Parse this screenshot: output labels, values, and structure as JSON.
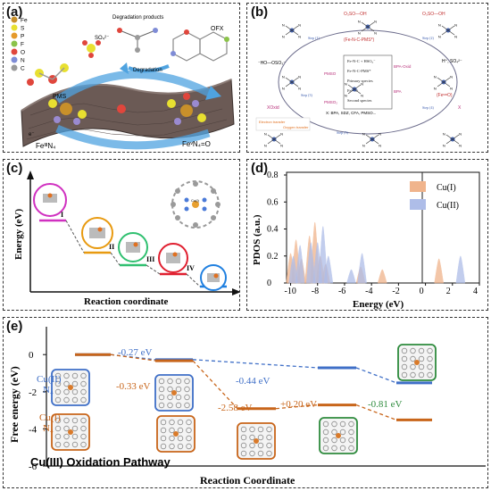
{
  "panel_a": {
    "label": "(a)",
    "legend": [
      "Fe",
      "S",
      "P",
      "F",
      "O",
      "N",
      "C"
    ],
    "legend_colors": [
      "#c8902a",
      "#e8e030",
      "#e59a2a",
      "#8bc34a",
      "#e0463c",
      "#7f8cd6",
      "#9a9a9a"
    ],
    "pms": "PMS",
    "so4": "SO₄²⁻",
    "degradation_products": "Degradation products",
    "degradation": "Degradation",
    "ofx": "OFX",
    "fe3n4": "FeᴵᴵᴵN₄",
    "fe5n4o": "FeᵛN₄=O",
    "electron": "e⁻"
  },
  "panel_b": {
    "label": "(b)",
    "top_complex": "(Fe-N-C-PMS*)",
    "o3so_oh": "O₃SO—OH",
    "ho_oso3": "⁻HO—OSO₃⁻",
    "h_so4": "H⁺, SO₄²⁻",
    "center_1": "Fe-N-C + HSO₅⁻",
    "center_2": "Fe-N-C-PMS*",
    "center_3": "Primary species",
    "center_4": "Feᵛ=O",
    "center_5": "Second species",
    "pmso": "PMSO",
    "pmso2": "PMSO₂",
    "bpa": "BPA",
    "bpa_oxid": "BPA-Oxid",
    "xoxid": "XOxid",
    "x": "X",
    "fe_o": "(Feᵛ=O)",
    "electron_transfer": "Electron transfer",
    "oxygen_transfer": "Oxygen transfer",
    "x_list": "X: BPA, SDZ, CFA, PMSO...",
    "steps": [
      "Step (1)",
      "Step (2)",
      "Step (3)",
      "Step (4)",
      "Step (5)"
    ]
  },
  "panel_c": {
    "label": "(c)",
    "ylabel": "Energy (eV)",
    "xlabel": "Reaction coordinate",
    "states": [
      "I",
      "II",
      "III",
      "IV"
    ],
    "center_label": "Cu(I)"
  },
  "panel_d": {
    "label": "(d)",
    "ylabel": "PDOS (a.u.)",
    "xlabel": "Energy (eV)",
    "yticks": [
      "0",
      "0.2",
      "0.4",
      "0.6",
      "0.8"
    ],
    "xticks": [
      "-10",
      "-8",
      "-6",
      "-4",
      "-2",
      "0",
      "2",
      "4"
    ],
    "legend": [
      {
        "name": "Cu(I)",
        "color": "#f0b48c"
      },
      {
        "name": "Cu(II)",
        "color": "#aebde8"
      }
    ]
  },
  "panel_e": {
    "label": "(e)",
    "ylabel": "Free energy (eV)",
    "xlabel": "Reaction Coordinate",
    "yticks": [
      "0",
      "-2",
      "-4",
      "-6"
    ],
    "ylim": [
      -6,
      1.5
    ],
    "title": "Cu(III) Oxidation Pathway",
    "series": [
      {
        "name": "Cu(II) N₄",
        "color": "#3f6fc7",
        "values": [
          0,
          -0.27,
          null,
          -0.71,
          -1.52
        ]
      },
      {
        "name": "Cu(I) N₄",
        "color": "#c8651a",
        "values": [
          0,
          -0.33,
          -2.91,
          -2.71,
          -3.52
        ]
      }
    ],
    "series_label_1a": "Cu(II)",
    "series_label_1b": "N₄",
    "series_label_2a": "Cu(I)",
    "series_label_2b": "N₄",
    "annotations": [
      "-0.27 eV",
      "-0.44 eV",
      "-0.33 eV",
      "-2.58 eV",
      "+0.20 eV",
      "-0.81 eV"
    ]
  }
}
